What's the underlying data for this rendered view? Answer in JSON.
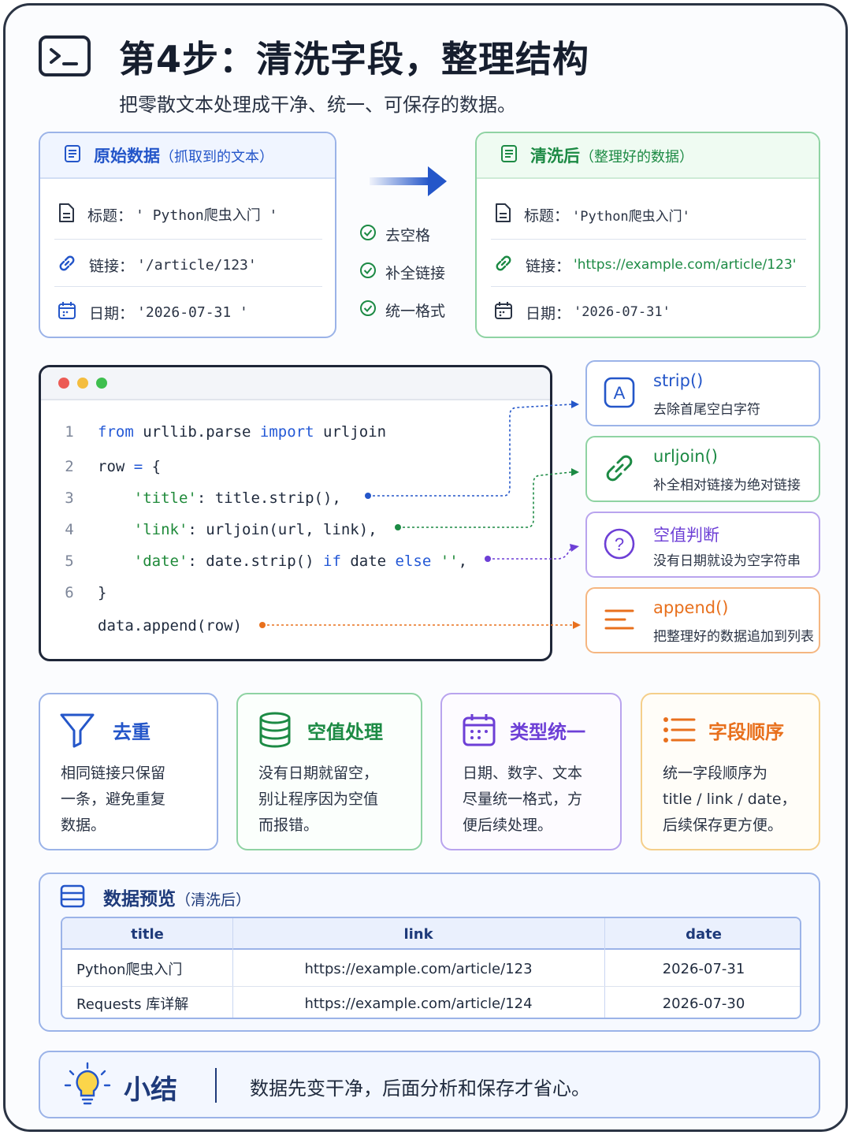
{
  "header": {
    "title": "第4步：清洗字段，整理结构",
    "subtitle": "把零散文本处理成干净、统一、可保存的数据。"
  },
  "raw_card": {
    "title": "原始数据",
    "title_note": "（抓取到的文本）",
    "rows": [
      {
        "label": "标题：",
        "value": "'   Python爬虫入门   '"
      },
      {
        "label": "链接：",
        "value": "'/article/123'"
      },
      {
        "label": "日期：",
        "value": "'2026-07-31  '"
      }
    ]
  },
  "clean_card": {
    "title": "清洗后",
    "title_note": "（整理好的数据）",
    "rows": [
      {
        "label": "标题：",
        "value": "'Python爬虫入门'"
      },
      {
        "label": "链接：",
        "value": "'https://example.com/article/123'"
      },
      {
        "label": "日期：",
        "value": "'2026-07-31'"
      }
    ]
  },
  "steps": [
    "去空格",
    "补全链接",
    "统一格式"
  ],
  "code": {
    "lines": [
      {
        "n": "1",
        "indent": "",
        "parts": [
          {
            "t": "from",
            "c": "kw"
          },
          {
            "t": " urllib.parse ",
            "c": ""
          },
          {
            "t": "import",
            "c": "kw"
          },
          {
            "t": " urljoin",
            "c": ""
          }
        ]
      },
      {
        "n": "2",
        "indent": "",
        "parts": [
          {
            "t": "row ",
            "c": ""
          },
          {
            "t": "=",
            "c": "kw"
          },
          {
            "t": " {",
            "c": ""
          }
        ]
      },
      {
        "n": "3",
        "indent": "    ",
        "parts": [
          {
            "t": "'title'",
            "c": "str"
          },
          {
            "t": ": title.strip(),",
            "c": ""
          }
        ]
      },
      {
        "n": "4",
        "indent": "    ",
        "parts": [
          {
            "t": "'link'",
            "c": "str"
          },
          {
            "t": ": urljoin(url, link),",
            "c": ""
          }
        ]
      },
      {
        "n": "5",
        "indent": "    ",
        "parts": [
          {
            "t": "'date'",
            "c": "str"
          },
          {
            "t": ": date.strip() ",
            "c": ""
          },
          {
            "t": "if",
            "c": "kw"
          },
          {
            "t": " date ",
            "c": ""
          },
          {
            "t": "else",
            "c": "kw"
          },
          {
            "t": " ",
            "c": ""
          },
          {
            "t": "''",
            "c": "str"
          },
          {
            "t": ",",
            "c": ""
          }
        ]
      },
      {
        "n": "6",
        "indent": "",
        "parts": [
          {
            "t": "}",
            "c": ""
          }
        ]
      },
      {
        "n": "",
        "indent": "",
        "parts": [
          {
            "t": "data.append(row)",
            "c": ""
          }
        ]
      }
    ]
  },
  "notes": [
    {
      "title": "strip()",
      "desc": "去除首尾空白字符",
      "icon": "letter-a-icon"
    },
    {
      "title": "urljoin()",
      "desc": "补全相对链接为绝对链接",
      "icon": "link-icon"
    },
    {
      "title": "空值判断",
      "desc": "没有日期就设为空字符串",
      "icon": "question-icon"
    },
    {
      "title": "append()",
      "desc": "把整理好的数据追加到列表",
      "icon": "list-lines-icon"
    }
  ],
  "features": [
    {
      "title": "去重",
      "lines": [
        "相同链接只保留",
        "一条，避免重复",
        "数据。"
      ],
      "icon": "filter-icon"
    },
    {
      "title": "空值处理",
      "lines": [
        "没有日期就留空，",
        "别让程序因为空值",
        "而报错。"
      ],
      "icon": "database-icon"
    },
    {
      "title": "类型统一",
      "lines": [
        "日期、数字、文本",
        "尽量统一格式，方",
        "便后续处理。"
      ],
      "icon": "calendar-icon"
    },
    {
      "title": "字段顺序",
      "lines": [
        "统一字段顺序为",
        "title / link / date，",
        "后续保存更方便。"
      ],
      "icon": "list-icon"
    }
  ],
  "preview": {
    "title": "数据预览",
    "title_note": "（清洗后）",
    "columns": [
      "title",
      "link",
      "date"
    ],
    "rows": [
      [
        "Python爬虫入门",
        "https://example.com/article/123",
        "2026-07-31"
      ],
      [
        "Requests 库详解",
        "https://example.com/article/124",
        "2026-07-30"
      ]
    ]
  },
  "summary": {
    "title": "小结",
    "text": "数据先变干净，后面分析和保存才省心。"
  },
  "colors": {
    "blue": "#2456c9",
    "green": "#1c8a44",
    "purple": "#6d3fd6",
    "orange": "#e8701d",
    "dark": "#1e2638"
  }
}
